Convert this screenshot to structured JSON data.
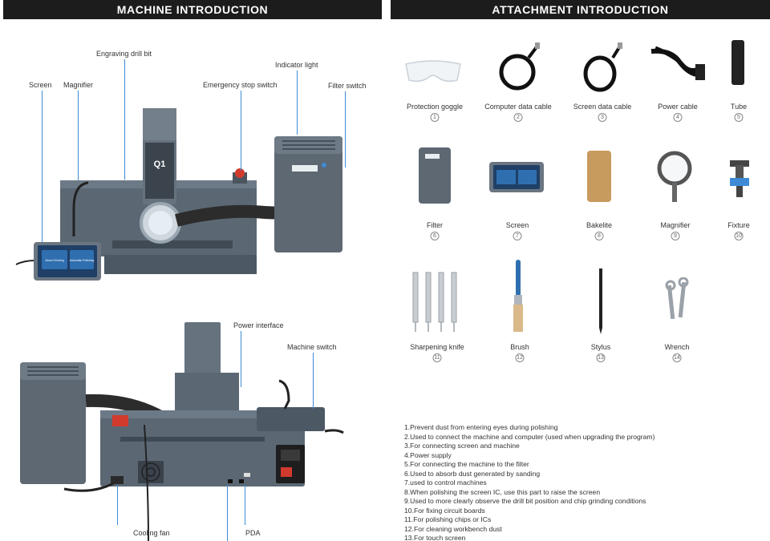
{
  "headers": {
    "machine": "MACHINE INTRODUCTION",
    "attachment": "ATTACHMENT INTRODUCTION"
  },
  "machine_labels": {
    "engraving_drill_bit": "Engraving drill bit",
    "indicator_light": "Indicator light",
    "screen": "Screen",
    "magnifier": "Magnifier",
    "emergency_stop_switch": "Emergency stop switch",
    "filter_switch": "Filter switch",
    "power_interface": "Power interface",
    "machine_switch": "Machine switch",
    "cooling_fan": "Cooling fan",
    "pda": "PDA"
  },
  "machine_texts": {
    "model": "Q1",
    "screen_button_1": "About Grinding",
    "screen_button_2": "Automatic Polishing"
  },
  "attachments": [
    {
      "name": "Protection goggle",
      "num": "1",
      "icon": "goggle-icon"
    },
    {
      "name": "Computer data cable",
      "num": "2",
      "icon": "cable-icon"
    },
    {
      "name": "Screen data cable",
      "num": "3",
      "icon": "cable-icon"
    },
    {
      "name": "Power cable",
      "num": "4",
      "icon": "power-cable-icon"
    },
    {
      "name": "Tube",
      "num": "5",
      "icon": "tube-icon"
    },
    {
      "name": "Filter",
      "num": "6",
      "icon": "filter-icon"
    },
    {
      "name": "Screen",
      "num": "7",
      "icon": "screen-icon"
    },
    {
      "name": "Bakelite",
      "num": "8",
      "icon": "bakelite-icon"
    },
    {
      "name": "Magnifier",
      "num": "9",
      "icon": "magnifier-icon"
    },
    {
      "name": "Fixture",
      "num": "10",
      "icon": "fixture-icon"
    },
    {
      "name": "Sharpening knife",
      "num": "11",
      "icon": "knife-icon"
    },
    {
      "name": "Brush",
      "num": "12",
      "icon": "brush-icon"
    },
    {
      "name": "Stylus",
      "num": "13",
      "icon": "stylus-icon"
    },
    {
      "name": "Wrench",
      "num": "14",
      "icon": "wrench-icon"
    }
  ],
  "notes": [
    "1.Prevent dust from entering eyes during polishing",
    "2.Used to connect the machine and computer (used when upgrading the program)",
    "3.For connecting screen and machine",
    "4.Power supply",
    "5.For connecting the machine to the filter",
    "6.Used to absorb dust generated by sanding",
    "7.used to control machines",
    "8.When polishing the screen IC, use this part to raise the screen",
    "9.Used to more clearly observe the drill bit position and chip grinding conditions",
    "10.For fixing circuit boards",
    "11.For polishing chips or ICs",
    "12.For cleaning workbench dust",
    "13.For touch screen"
  ],
  "colors": {
    "header_bg": "#1c1c1c",
    "machine_body": "#5b6874",
    "leader_line": "#3d8bd6",
    "emergency_red": "#d23a2e",
    "screen_blue": "#2f6fb0"
  }
}
